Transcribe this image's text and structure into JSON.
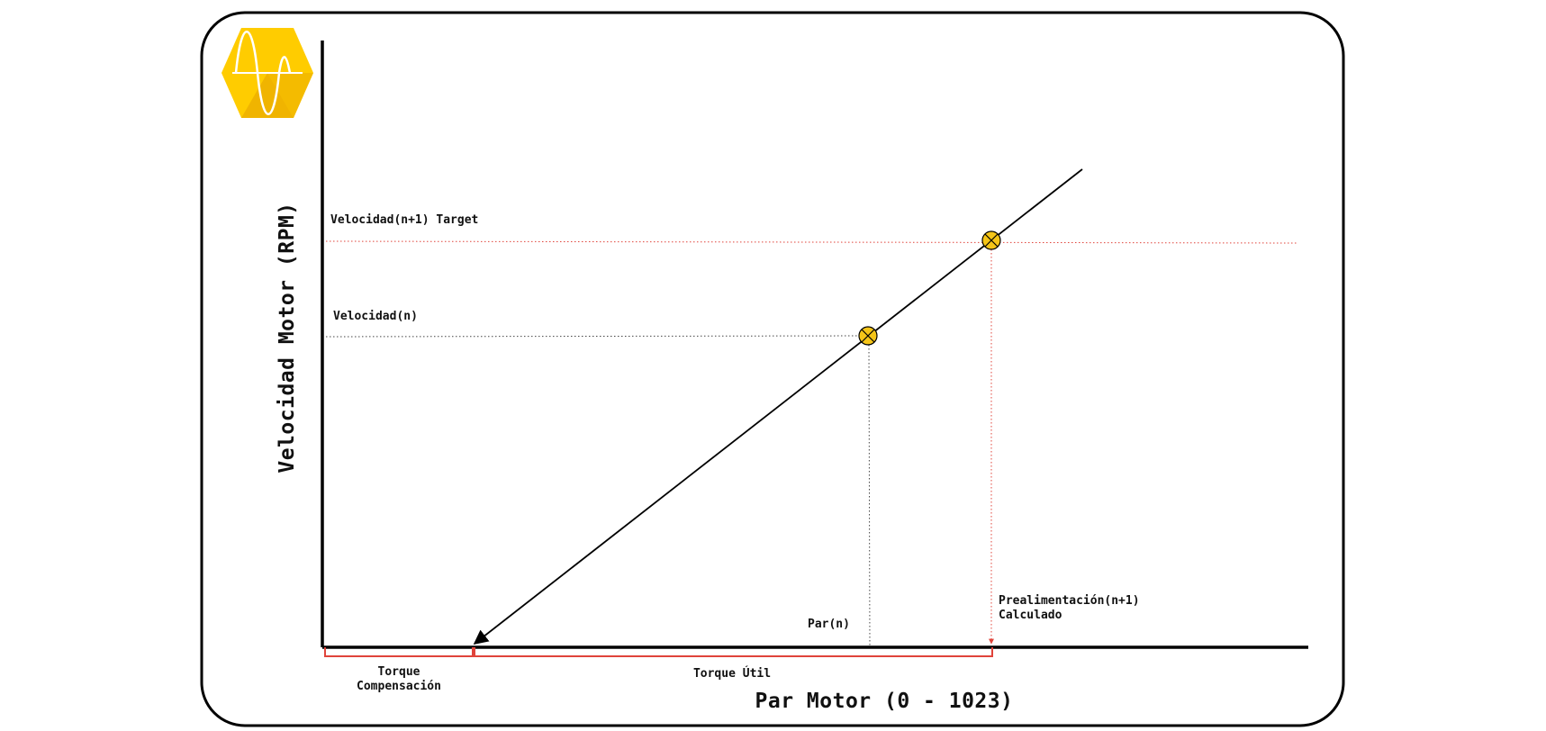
{
  "diagram": {
    "x_axis_title": "Par Motor (0 - 1023)",
    "y_axis_title": "Velocidad Motor (RPM)",
    "labels": {
      "velocidad_target": "Velocidad(n+1) Target",
      "velocidad_n": "Velocidad(n)",
      "par_n": "Par(n)",
      "prealimentacion_line1": "Prealimentación(n+1)",
      "prealimentacion_line2": "Calculado",
      "torque_compensacion_line1": "Torque",
      "torque_compensacion_line2": "Compensación",
      "torque_util": "Torque Útil"
    },
    "points": [
      {
        "name": "Velocidad(n) / Par(n)",
        "marker": "circle-x"
      },
      {
        "name": "Velocidad(n+1) Target / Prealimentación(n+1)",
        "marker": "circle-x"
      }
    ],
    "logo": {
      "icon": "sine-wave-hexagon-icon"
    }
  },
  "colors": {
    "frame": "#000000",
    "axis": "#000000",
    "trend_line": "#000000",
    "target_guide": "#e0443b",
    "current_guide": "#555555",
    "bracket": "#e0443b",
    "marker_fill": "#f5c518",
    "logo_hexagon": "#ffcc00",
    "logo_shade": "#f0b400",
    "logo_wave": "#ffffff"
  }
}
